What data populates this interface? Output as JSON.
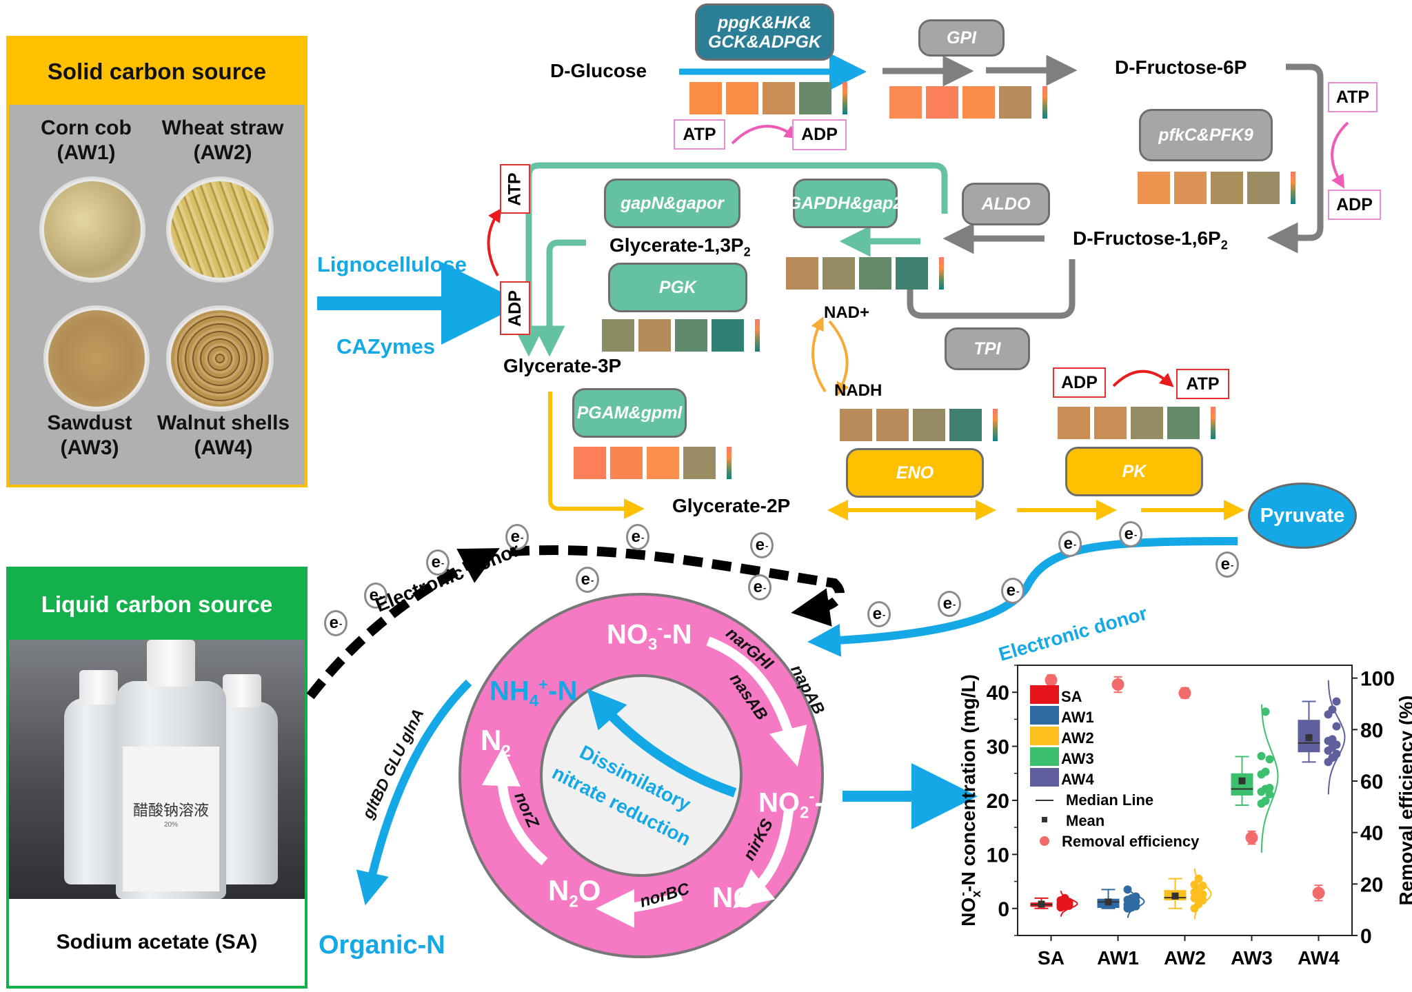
{
  "solid_panel": {
    "title": "Solid carbon source",
    "samples": [
      {
        "name": "Corn cob",
        "code": "(AW1)"
      },
      {
        "name": "Wheat straw",
        "code": "(AW2)"
      },
      {
        "name": "Sawdust",
        "code": "(AW3)"
      },
      {
        "name": "Walnut shells",
        "code": "(AW4)"
      }
    ]
  },
  "liquid_panel": {
    "title": "Liquid carbon source",
    "bottle_label": "醋酸钠溶液",
    "bottle_sublabel": "20%",
    "caption": "Sodium acetate (SA)"
  },
  "lignocellulose": {
    "top_label": "Lignocellulose",
    "bottom_label": "CAZymes"
  },
  "pathway": {
    "metabolites": {
      "d_glucose": "D-Glucose",
      "d_fructose_6p": "D-Fructose-6P",
      "d_fructose_16p2": "D-Fructose-1,6P",
      "d_fructose_16p2_sub": "2",
      "glycerate_13p2": "Glycerate-1,3P",
      "glycerate_13p2_sub": "2",
      "glycerate_3p": "Glycerate-3P",
      "glycerate_2p": "Glycerate-2P",
      "pyruvate": "Pyruvate",
      "nad_plus": "NAD+",
      "nadh": "NADH"
    },
    "enzymes": {
      "ppgk": "ppgK&HK& GCK&ADPGK",
      "gpi": "GPI",
      "pfkc": "pfkC&PFK9",
      "aldo": "ALDO",
      "gapdh": "GAPDH&gap2",
      "gapn": "gapN&gapor",
      "pgk": "PGK",
      "tpi": "TPI",
      "pgam": "PGAM&gpml",
      "eno": "ENO",
      "pk": "PK"
    },
    "energy": {
      "atp": "ATP",
      "adp": "ADP"
    },
    "heatmaps": {
      "ppgk": [
        "#fb8c45",
        "#fb8c45",
        "#c98d55",
        "#68886a"
      ],
      "gpi": [
        "#fb8a55",
        "#fb7f5a",
        "#fb8c4a",
        "#b98a5a"
      ],
      "pfkc": [
        "#ee9350",
        "#dd9255",
        "#ac8d5c",
        "#9a8c63"
      ],
      "gapdh": [
        "#b98a5a",
        "#968b63",
        "#658a6a",
        "#3f8070"
      ],
      "pgk": [
        "#8a8a63",
        "#b38b5a",
        "#5f8a6c",
        "#2f8075"
      ],
      "pgam": [
        "#fb8058",
        "#fb8550",
        "#fb8f4b",
        "#998c63"
      ],
      "eno": [
        "#b98a5a",
        "#b98a5a",
        "#968b63",
        "#3f8070"
      ],
      "pk": [
        "#c98d55",
        "#c98d55",
        "#968b63",
        "#658a6a"
      ]
    },
    "heatmap_scale": [
      "#f67b6a",
      "#fb8c45",
      "#6a8d5a",
      "#128080"
    ]
  },
  "electron_transfer": {
    "electron_symbol": "e",
    "electron_charge": "-",
    "left_donor_label": "Electronic donor",
    "right_donor_label": "Electronic donor"
  },
  "nitrogen_cycle": {
    "no3": {
      "main": "NO",
      "sub": "3",
      "sup": "-",
      "tail": "-N"
    },
    "no2": {
      "main": "NO",
      "sub": "2",
      "sup": "-",
      "tail": "-N"
    },
    "nh4": {
      "main": "NH",
      "sub": "4",
      "sup": "+",
      "tail": "-N"
    },
    "no": "NO",
    "n2o": {
      "main": "N",
      "sub": "2",
      "tail": "O"
    },
    "n2": {
      "main": "N",
      "sub": "2"
    },
    "center_label_1": "Dissimilatory",
    "center_label_2": "nitrate reduction",
    "genes": {
      "narghi": "narGHI",
      "napab": "napAB",
      "nasab": "nasAB",
      "nirks": "nirKS",
      "norbc": "norBC",
      "norz": "norZ",
      "assimilation": "gltBD  GLU glnA"
    },
    "organic_n": "Organic-N"
  },
  "chart_data": {
    "type": "box",
    "categories": [
      "SA",
      "AW1",
      "AW2",
      "AW3",
      "AW4"
    ],
    "ylabel": "NOx-N concentration (mg/L)",
    "ylabel_parts": {
      "main": "NO",
      "sup": "-",
      "sub": "x",
      "tail": "-N concentration (mg/L)"
    },
    "y2label": "Removal efficiency (%)",
    "ylim": [
      -5,
      45
    ],
    "y2lim": [
      0,
      105
    ],
    "yticks": [
      0,
      10,
      20,
      30,
      40
    ],
    "y2ticks": [
      0,
      20,
      40,
      60,
      80,
      100
    ],
    "grid": false,
    "legend_position": "top-left",
    "legend": [
      {
        "label": "SA",
        "color": "#e8141c"
      },
      {
        "label": "AW1",
        "color": "#2f6aa3"
      },
      {
        "label": "AW2",
        "color": "#fdbf1d"
      },
      {
        "label": "AW3",
        "color": "#3cbf6e"
      },
      {
        "label": "AW4",
        "color": "#5e5f9c"
      },
      {
        "label": "Median Line",
        "marker": "line"
      },
      {
        "label": "Mean",
        "marker": "square"
      },
      {
        "label": "Removal efficiency",
        "marker": "circle",
        "color": "#f26b6b"
      }
    ],
    "series": [
      {
        "name": "SA",
        "color": "#e8141c",
        "whisker_low": 0.0,
        "q1": 0.3,
        "median": 0.7,
        "q3": 1.1,
        "whisker_high": 1.9,
        "mean": 0.8,
        "points": [
          0.2,
          0.4,
          0.5,
          0.6,
          0.7,
          0.8,
          0.9,
          1.0,
          1.2,
          1.5,
          1.9
        ],
        "removal_efficiency": 99.2,
        "removal_err": 2.0
      },
      {
        "name": "AW1",
        "color": "#2f6aa3",
        "whisker_low": 0.0,
        "q1": 0.1,
        "median": 1.2,
        "q3": 1.8,
        "whisker_high": 3.5,
        "mean": 1.2,
        "points": [
          0.0,
          0.2,
          0.4,
          0.7,
          1.0,
          1.3,
          1.6,
          1.9,
          2.2,
          3.5
        ],
        "removal_efficiency": 97.5,
        "removal_err": 3.0
      },
      {
        "name": "AW2",
        "color": "#fdbf1d",
        "whisker_low": 0.0,
        "q1": 1.5,
        "median": 2.0,
        "q3": 3.4,
        "whisker_high": 5.5,
        "mean": 2.3,
        "points": [
          0.0,
          0.8,
          1.5,
          1.9,
          2.3,
          2.6,
          3.0,
          3.6,
          4.2,
          4.4,
          5.5
        ],
        "removal_efficiency": 94.2,
        "removal_err": 2.0
      },
      {
        "name": "AW3",
        "color": "#3cbf6e",
        "whisker_low": 19.1,
        "q1": 20.9,
        "median": 22.1,
        "q3": 25.0,
        "whisker_high": 28.1,
        "mean": 23.6,
        "points": [
          19.4,
          19.9,
          21.1,
          21.6,
          22.1,
          22.3,
          24.8,
          25.3,
          27.6,
          28.2,
          36.4
        ],
        "removal_efficiency": 38.0,
        "removal_err": 2.5
      },
      {
        "name": "AW4",
        "color": "#5e5f9c",
        "whisker_low": 27.1,
        "q1": 28.9,
        "median": 30.6,
        "q3": 34.9,
        "whisker_high": 38.3,
        "mean": 31.6,
        "points": [
          27.1,
          27.9,
          28.6,
          29.2,
          29.8,
          30.3,
          31.0,
          31.3,
          33.7,
          35.9,
          36.8,
          38.3
        ],
        "removal_efficiency": 16.5,
        "removal_err": 3.0
      }
    ]
  }
}
